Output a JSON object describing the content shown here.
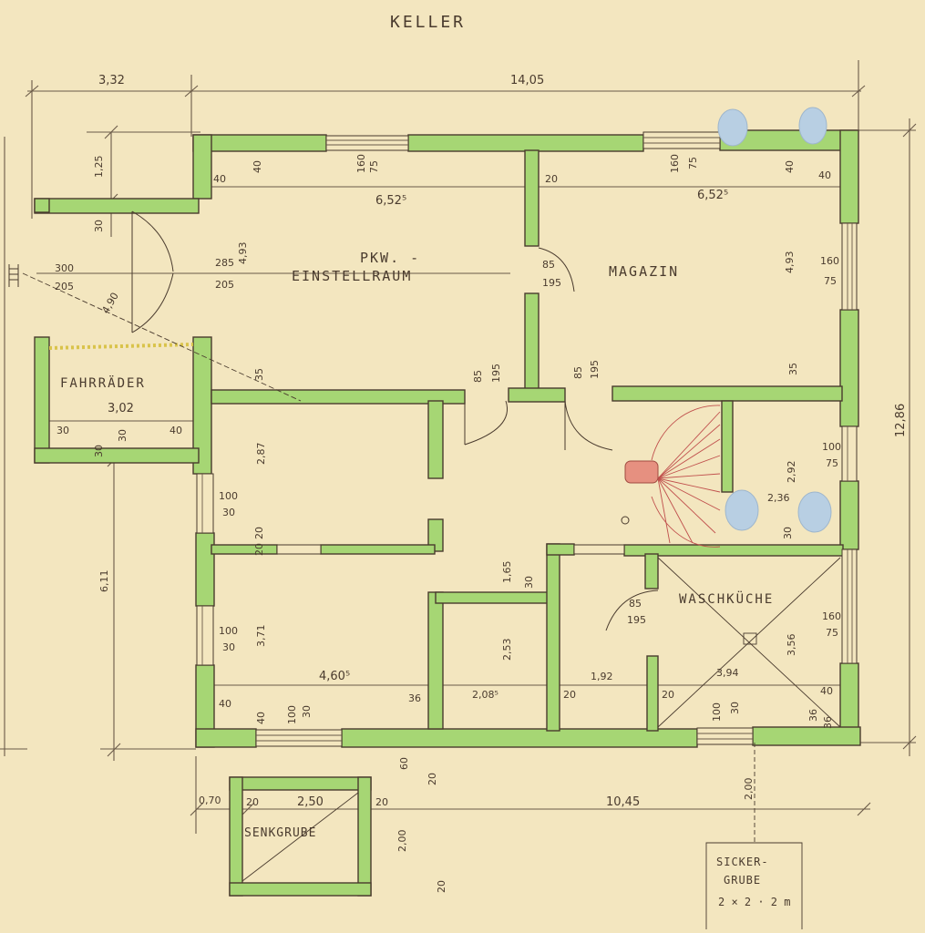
{
  "title": "KELLER",
  "rooms": {
    "pkw_line1": "PKW. -",
    "pkw_line2": "EINSTELLRAUM",
    "magazin": "MAGAZIN",
    "fahrraeder": "FAHRRÄDER",
    "waschkueche": "WASCHKÜCHE",
    "senkgrube": "SENKGRUBE",
    "sickergrube_line1": "SICKER-",
    "sickergrube_line2": "GRUBE",
    "sickergrube_line3": "2 × 2 · 2 m"
  },
  "dimensions": {
    "top_left_width": "3,32",
    "top_total_width": "14,05",
    "right_total_height": "12,86",
    "left_lower_height": "6,11",
    "bottom_total_width": "10,45",
    "bottom_left": "0,70",
    "senk_width": "2,50",
    "senk_wall_l": "20",
    "senk_wall_r": "20",
    "senk_height": "2,00",
    "senk_depth_top": "60",
    "senk_wall_t": "20",
    "senk_wall_b": "20",
    "sicker_dist": "2,00",
    "d_125": "1,25",
    "d_30a": "30",
    "d_30b": "30",
    "d_40a": "40",
    "d_40b": "40",
    "d_40c": "40",
    "d_40d": "40",
    "d_40e": "40",
    "d_40f": "40",
    "d_40g": "40",
    "d_20a": "20",
    "d_20b": "20",
    "d_20c": "20",
    "d_20d": "20",
    "d_20e": "20",
    "pkw_width": "6,52⁵",
    "mag_width": "6,52⁵",
    "pkw_height": "4,93",
    "mag_height": "4,93",
    "win_top_160": "160",
    "win_top_75": "75",
    "win_mag_160": "160",
    "win_mag_75": "75",
    "door_pkw_285": "285",
    "door_pkw_205": "205",
    "door_fahr_300": "300",
    "door_fahr_205": "205",
    "door_fahr_490": "4,90",
    "fahr_width": "3,02",
    "fahr_30a": "30",
    "fahr_30b": "30",
    "fahr_40": "40",
    "door_85a": "85",
    "door_195a": "195",
    "door_85b": "85",
    "door_195b": "195",
    "door_85c": "85",
    "door_195c": "195",
    "door_85d": "85",
    "door_195d": "195",
    "d_35a": "35",
    "d_35b": "35",
    "d_36a": "36",
    "d_36b": "36",
    "d_36c": "36",
    "room_287": "2,87",
    "win_100a": "100",
    "win_30a": "30",
    "win_100b": "100",
    "win_30b": "30",
    "win_100c": "100",
    "win_30c": "30",
    "win_100d": "100",
    "win_30d": "30",
    "room_371": "3,71",
    "room_460": "4,60⁵",
    "room_253": "2,53",
    "room_2085": "2,08⁵",
    "room_165": "1,65",
    "room_30c": "30",
    "room_192": "1,92",
    "room_394": "3,94",
    "room_356": "3,56",
    "win_wasch_160": "160",
    "win_wasch_75": "75",
    "room_292": "2,92",
    "win_stair_100": "100",
    "win_stair_75": "75",
    "room_236": "2,36",
    "room_30d": "30"
  }
}
